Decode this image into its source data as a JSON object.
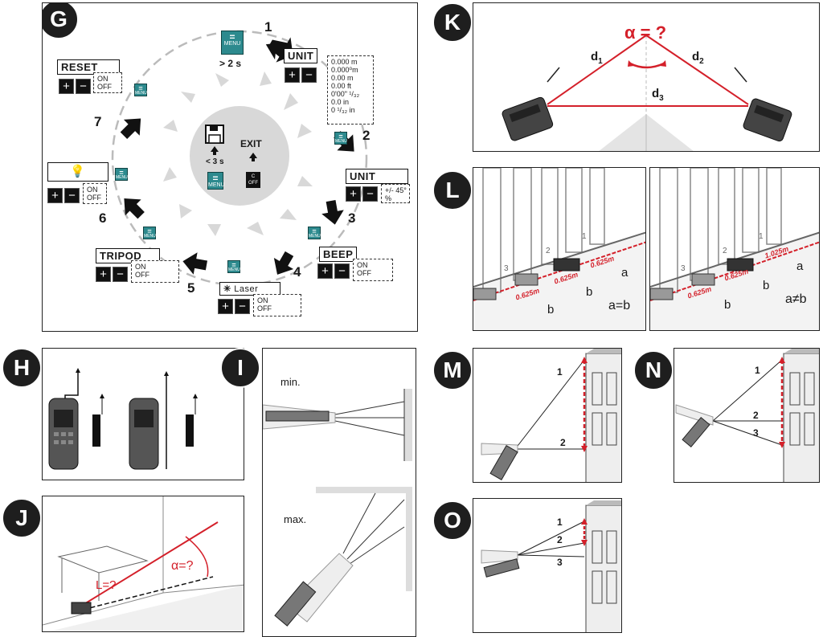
{
  "badges": {
    "G": "G",
    "H": "H",
    "I": "I",
    "J": "J",
    "K": "K",
    "L": "L",
    "M": "M",
    "N": "N",
    "O": "O"
  },
  "menu": {
    "menu_label": "MENU",
    "eq_label": "=",
    "hold_long": "> 2 s",
    "hold_short": "< 3 s",
    "exit": "EXIT",
    "clear_label": "C\nOFF",
    "plus": "+",
    "minus": "−",
    "steps": [
      "1",
      "2",
      "3",
      "4",
      "5",
      "6",
      "7"
    ],
    "unit": {
      "title": "UNIT",
      "options": [
        "0.000 m",
        "0.000⁰m",
        "0.00 m",
        "0.00 ft",
        "0'00\" ¹/₃₂",
        "0.0 in",
        "0 ¹/₃₂ in"
      ]
    },
    "unit_tilt": {
      "title": "UNIT",
      "options": [
        "+/- 45°",
        "%"
      ]
    },
    "beep": {
      "title": "BEEP",
      "options": [
        "ON",
        "OFF"
      ]
    },
    "laser": {
      "title": "Laser",
      "options": [
        "ON",
        "OFF"
      ]
    },
    "tripod": {
      "title": "TRIPOD",
      "options": [
        "ON",
        "OFF"
      ]
    },
    "light": {
      "options": [
        "ON",
        "OFF"
      ]
    },
    "reset": {
      "title": "RESET",
      "options": [
        "ON",
        "OFF"
      ]
    }
  },
  "panel_K": {
    "alpha": "α = ?",
    "d1": "d",
    "d1_sub": "1",
    "d2": "d",
    "d2_sub": "2",
    "d3": "d",
    "d3_sub": "3"
  },
  "panel_L": {
    "left": {
      "m1": "0.625m",
      "m2": "0.625m",
      "m3": "0.625m",
      "a": "a",
      "b1": "b",
      "b2": "b",
      "eq": "a=b",
      "n1": "1",
      "n2": "2",
      "n3": "3"
    },
    "right": {
      "m1": "1.025m",
      "m2": "0.625m",
      "m3": "0.625m",
      "a": "a",
      "b1": "b",
      "b2": "b",
      "eq": "a≠b",
      "n1": "1",
      "n2": "2",
      "n3": "3"
    }
  },
  "panel_I": {
    "min": "min.",
    "max": "max."
  },
  "panel_J": {
    "length": "L=?",
    "angle": "α=?"
  },
  "panel_M": {
    "n1": "1",
    "n2": "2"
  },
  "panel_N": {
    "n1": "1",
    "n2": "2",
    "n3": "3"
  },
  "panel_O": {
    "n1": "1",
    "n2": "2",
    "n3": "3"
  },
  "colors": {
    "accent_red": "#d4202a",
    "menu_teal": "#2d8a8e",
    "panel_border": "#222"
  }
}
